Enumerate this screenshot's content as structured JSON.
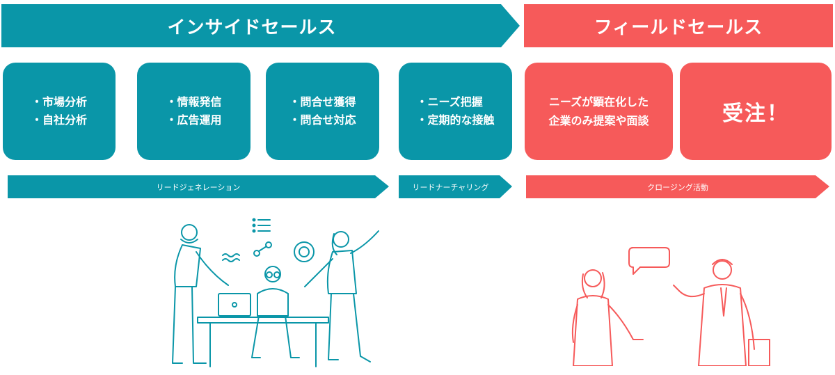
{
  "banners": {
    "inside_sales": "インサイドセールス",
    "field_sales": "フィールドセールス"
  },
  "boxes": [
    {
      "items": [
        "市場分析",
        "自社分析"
      ]
    },
    {
      "items": [
        "情報発信",
        "広告運用"
      ]
    },
    {
      "items": [
        "問合せ獲得",
        "問合せ対応"
      ]
    },
    {
      "items": [
        "ニーズ把握",
        "定期的な接触"
      ]
    }
  ],
  "field_boxes": {
    "proposal_lines": [
      "ニーズが顕在化した",
      "企業のみ提案や面談"
    ],
    "order": "受注！"
  },
  "phases": {
    "lead_generation": "リードジェネレーション",
    "lead_nurturing": "リードナーチャリング",
    "closing": "クロージング活動"
  },
  "colors": {
    "teal": "#0a96a8",
    "red": "#f65a5a"
  },
  "illustrations": {
    "left": "team-meeting-illustration",
    "right": "business-conversation-illustration"
  }
}
